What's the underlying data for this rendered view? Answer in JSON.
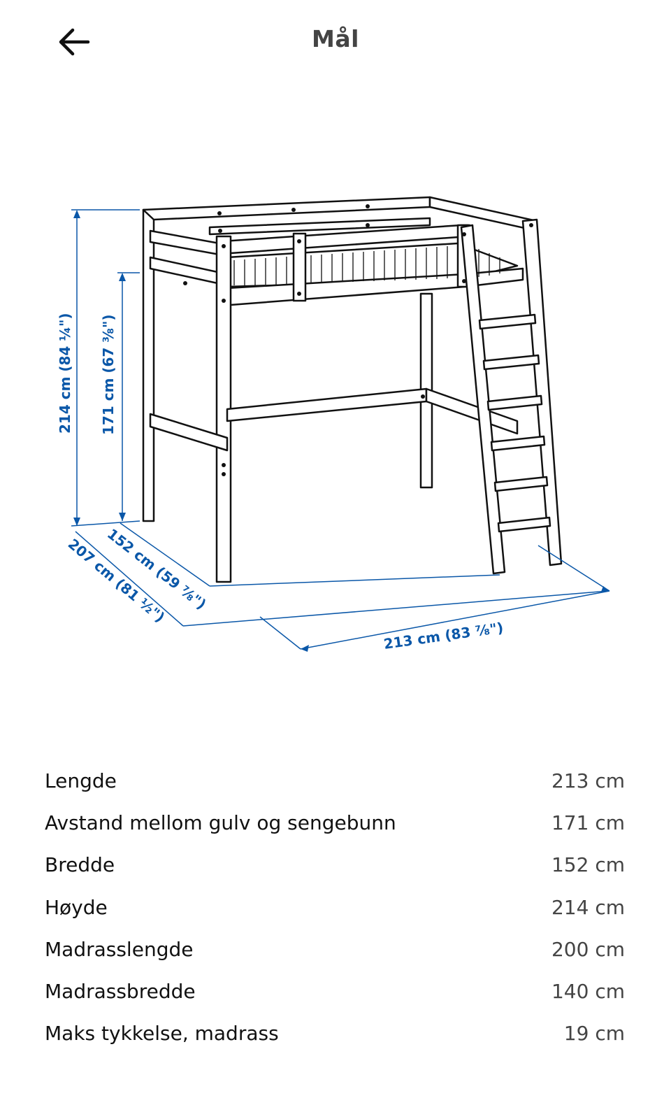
{
  "header": {
    "title": "Mål",
    "back_icon": "arrow-left-icon"
  },
  "diagram": {
    "accent_color": "#0a57a8",
    "labels": {
      "height": "214 cm (84 ¼\")",
      "bed_height": "171 cm (67 ⅜\")",
      "width": "152 cm (59 ⅞\")",
      "depth": "207 cm (81 ½\")",
      "length": "213 cm (83 ⅞\")"
    }
  },
  "specs": [
    {
      "label": "Lengde",
      "value": "213 cm"
    },
    {
      "label": "Avstand mellom gulv og sengebunn",
      "value": "171 cm"
    },
    {
      "label": "Bredde",
      "value": "152 cm"
    },
    {
      "label": "Høyde",
      "value": "214 cm"
    },
    {
      "label": "Madrasslengde",
      "value": "200 cm"
    },
    {
      "label": "Madrassbredde",
      "value": "140 cm"
    },
    {
      "label": "Maks tykkelse, madrass",
      "value": "19 cm"
    }
  ]
}
